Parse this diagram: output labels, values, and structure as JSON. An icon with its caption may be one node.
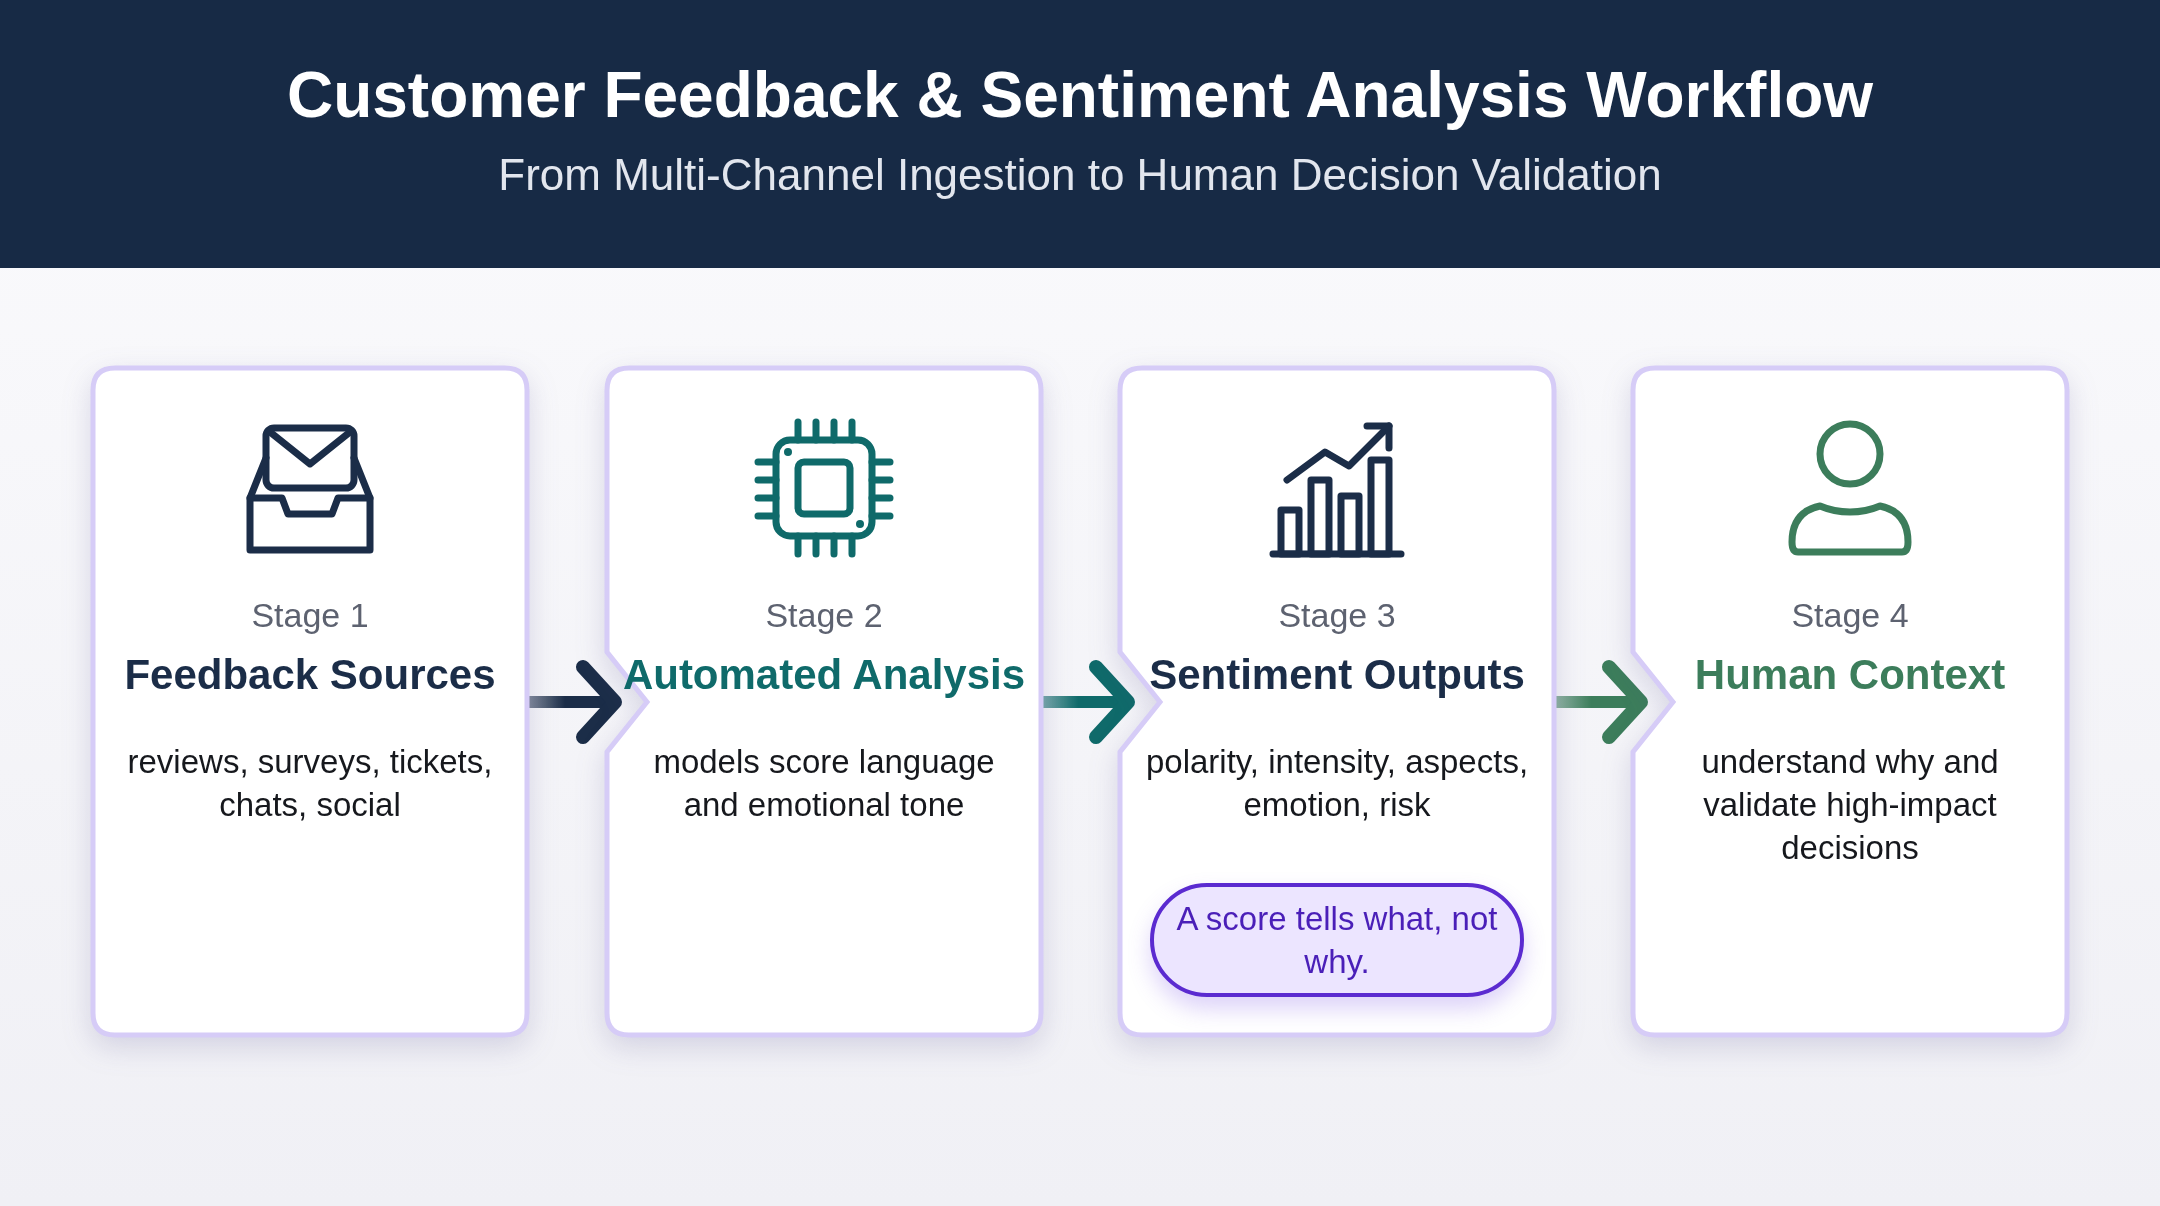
{
  "diagram": {
    "title": "Customer Feedback & Sentiment Analysis Workflow",
    "nodes": [
      {
        "text": [
          "Stage 1",
          "Feedback Sources",
          "reviews, surveys, tickets, chats, social"
        ]
      },
      {
        "text": [
          "Stage 2",
          "Automated Analysis",
          "models score language and emotional tone"
        ]
      },
      {
        "text": [
          "Stage 3",
          "Sentiment Outputs",
          "polarity, intensity, aspects, emotion, risk"
        ]
      },
      {
        "text": [
          "Stage 4",
          "Human Context",
          "understand why and validate high-impact decisions"
        ]
      },
      {
        "text": [
          "A score tells what, not why."
        ],
        "in": 2
      }
    ],
    "edges": [
      {
        "from": 0,
        "to": 1,
        "arrow": "to",
        "color": "#1b2d48"
      },
      {
        "from": 1,
        "to": 2,
        "arrow": "to",
        "color": "#0f6a6a"
      },
      {
        "from": 2,
        "to": 3,
        "arrow": "to",
        "color": "#3c7d5b"
      }
    ],
    "labels": [
      "From Multi-Channel Ingestion to Human Decision Validation"
    ]
  }
}
